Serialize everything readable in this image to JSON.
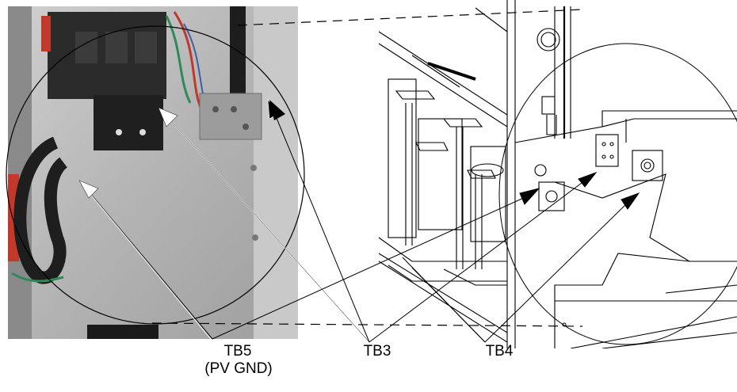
{
  "labels": {
    "tb5": "TB5",
    "tb5_sub": "(PV GND)",
    "tb3": "TB3",
    "tb4": "TB4"
  },
  "photo": {
    "description_colors": {
      "panel": "#b9b9b9",
      "breaker": "#2a2a2a",
      "ground_cable": "#1e1e1e",
      "red_wire": "#c0392b",
      "green_wire": "#2e8b57"
    }
  },
  "drawing": {
    "line_color": "#000000"
  }
}
